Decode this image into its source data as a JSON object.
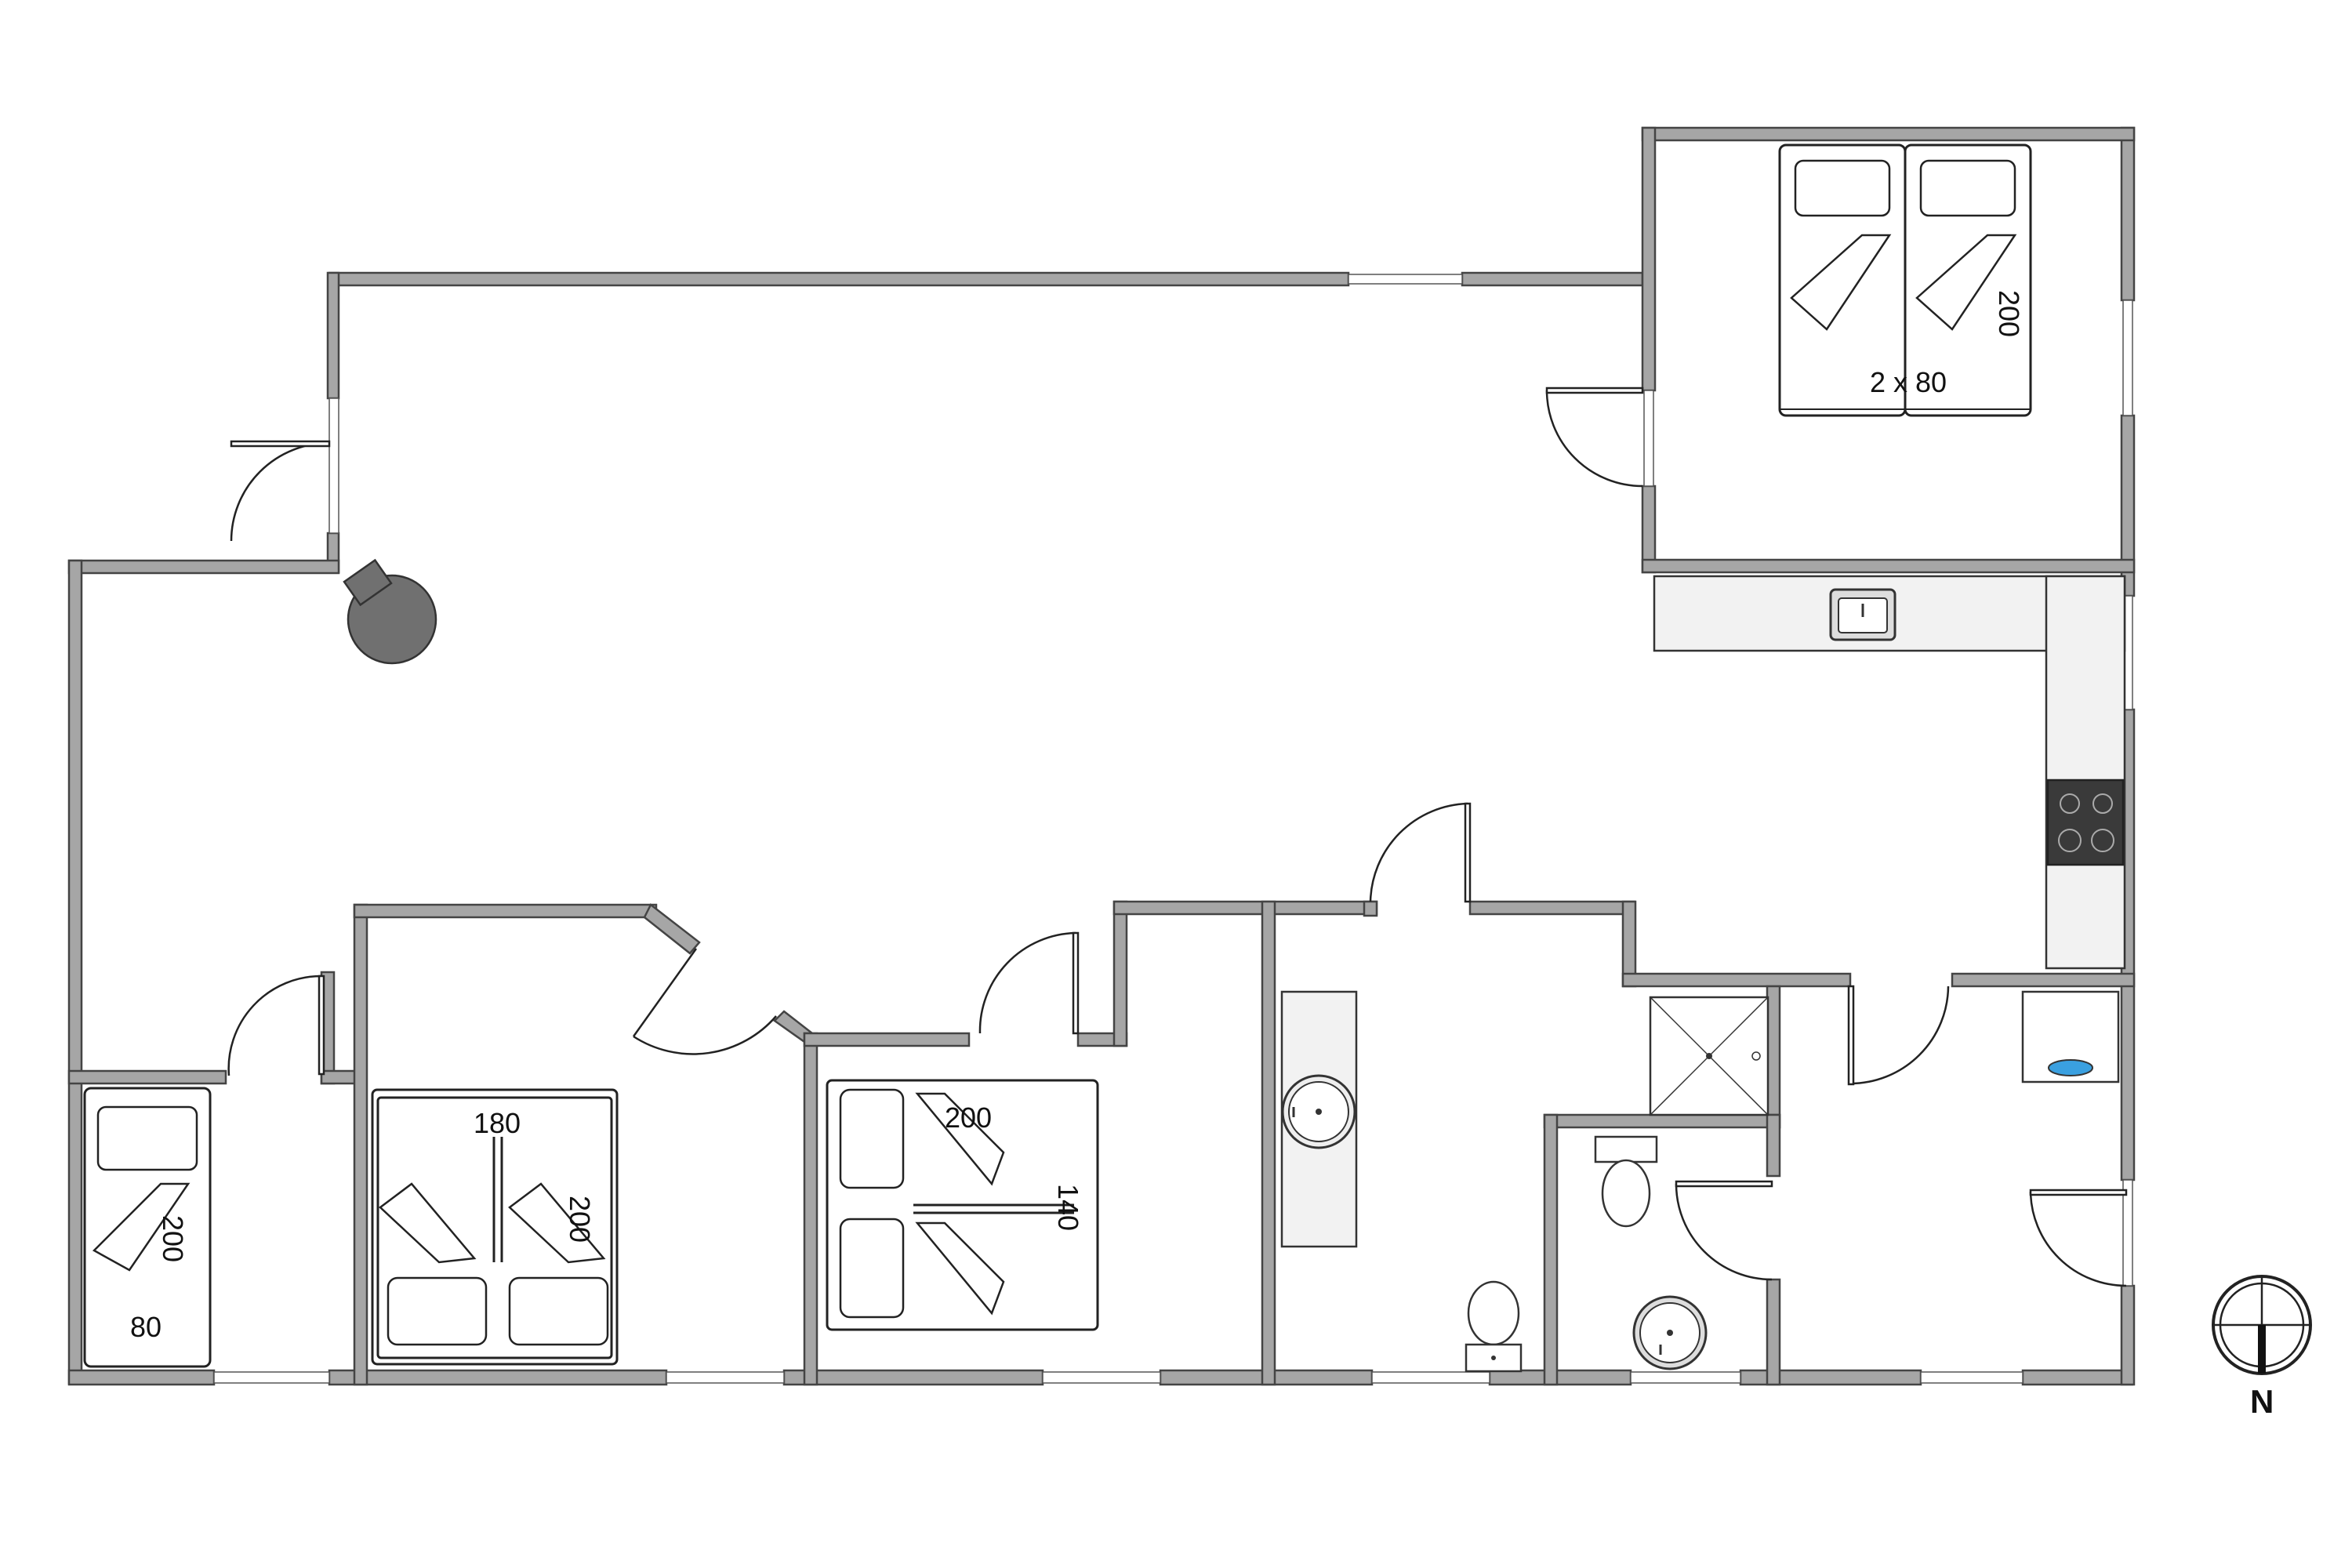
{
  "labels": {
    "bed_top_right_length": "200",
    "bed_top_right_width": "2 x 80",
    "bed_180_width": "180",
    "bed_180_length": "200",
    "bed_140_length": "200",
    "bed_140_width": "140",
    "bed_80_length": "200",
    "bed_80_width": "80"
  },
  "compass": {
    "north_label": "N"
  },
  "colors": {
    "wall": "#a6a6a6",
    "stove": "#3a3a3a",
    "fireplace": "#707070",
    "washer_drum": "#3aa0e0"
  }
}
